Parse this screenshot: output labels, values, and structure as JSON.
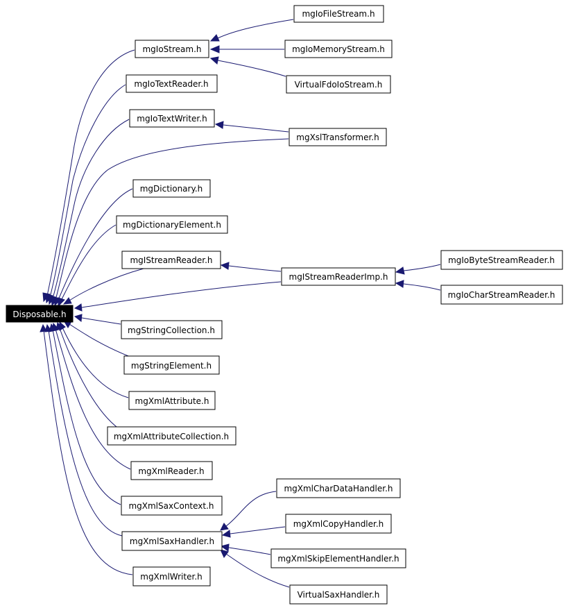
{
  "colors": {
    "edge": "#191970",
    "root_fill": "#000000",
    "root_text": "#ffffff"
  },
  "nodes": {
    "disposable": "Disposable.h",
    "io_stream": "mgIoStream.h",
    "io_file_stream": "mgIoFileStream.h",
    "io_memory_stream": "mgIoMemoryStream.h",
    "virtual_fdo_io_stream": "VirtualFdoIoStream.h",
    "io_text_reader": "mgIoTextReader.h",
    "io_text_writer": "mgIoTextWriter.h",
    "xsl_transformer": "mgXslTransformer.h",
    "dictionary": "mgDictionary.h",
    "dictionary_element": "mgDictionaryElement.h",
    "stream_reader": "mgIStreamReader.h",
    "stream_reader_imp": "mgIStreamReaderImp.h",
    "io_byte_stream_reader": "mgIoByteStreamReader.h",
    "io_char_stream_reader": "mgIoCharStreamReader.h",
    "string_collection": "mgStringCollection.h",
    "string_element": "mgStringElement.h",
    "xml_attribute": "mgXmlAttribute.h",
    "xml_attribute_collection": "mgXmlAttributeCollection.h",
    "xml_reader": "mgXmlReader.h",
    "xml_sax_context": "mgXmlSaxContext.h",
    "xml_sax_handler": "mgXmlSaxHandler.h",
    "xml_char_data_handler": "mgXmlCharDataHandler.h",
    "xml_copy_handler": "mgXmlCopyHandler.h",
    "xml_skip_element_handler": "mgXmlSkipElementHandler.h",
    "virtual_sax_handler": "VirtualSaxHandler.h",
    "xml_writer": "mgXmlWriter.h"
  }
}
